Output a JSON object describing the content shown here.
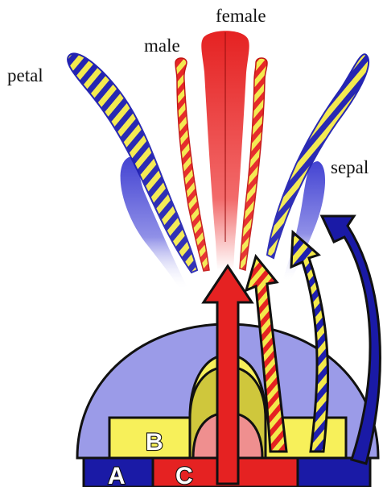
{
  "labels": {
    "female": "female",
    "male": "male",
    "petal": "petal",
    "sepal": "sepal"
  },
  "gene_classes": {
    "a": "A",
    "b": "B",
    "c": "C"
  },
  "colors": {
    "a_blue": "#1a1aa6",
    "b_yellow": "#f7f05a",
    "c_red": "#e52222",
    "dome_lavender": "#9b9be8",
    "carpel_pink": "#ef8f8f",
    "outline": "#111111"
  }
}
